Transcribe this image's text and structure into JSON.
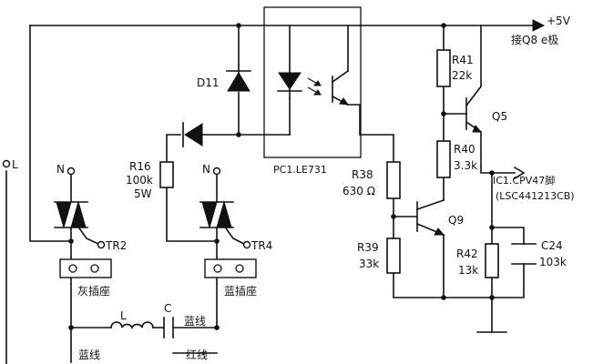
{
  "labels": {
    "plus5v": "+5V",
    "to_q8_e": "接Q8 e极",
    "r41_name": "R41",
    "r41_value": "22k",
    "q5": "Q5",
    "d11": "D11",
    "pc1": "PC1.LE731",
    "r40_name": "R40",
    "r40_value": "3.3k",
    "ic1_pin": "IC1.CPV47脚",
    "ic1_part": "(LSC441213CB)",
    "r16_name": "R16",
    "r16_value": "100k",
    "r16_power": "5W",
    "r38_name": "R38",
    "r38_value": "630 Ω",
    "q9": "Q9",
    "r39_name": "R39",
    "r39_value": "33k",
    "r42_name": "R42",
    "r42_value": "13k",
    "c24_name": "C24",
    "c24_value": "103k",
    "n_left": "N",
    "n_right": "N",
    "l_terminal": "L",
    "tr2": "TR2",
    "tr4": "TR4",
    "gray_socket": "灰插座",
    "blue_socket": "蓝插座",
    "inductor_l": "L",
    "capacitor_c": "C",
    "blue_wire_left": "蓝线",
    "blue_wire_right": "蓝线",
    "red_wire": "红线"
  }
}
